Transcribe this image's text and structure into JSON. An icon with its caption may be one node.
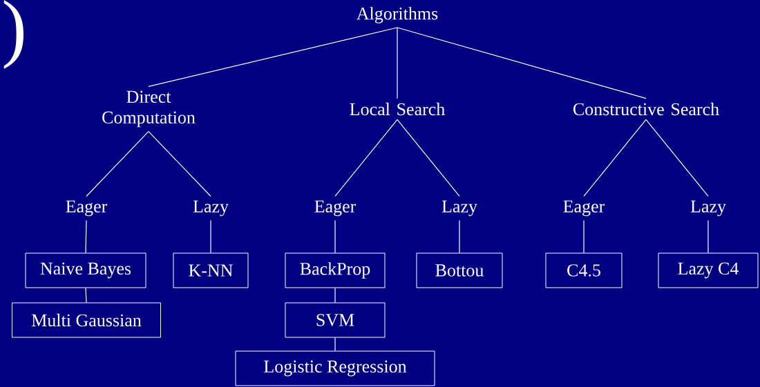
{
  "diagram": {
    "nodes": [
      {
        "text": [
          "Algorithms"
        ]
      },
      {
        "text": [
          "Direct Computation"
        ]
      },
      {
        "text": [
          "Local Search"
        ]
      },
      {
        "text": [
          "Constructive Search"
        ]
      },
      {
        "text": [
          "Eager"
        ]
      },
      {
        "text": [
          "Lazy"
        ]
      },
      {
        "text": [
          "Eager"
        ]
      },
      {
        "text": [
          "Lazy"
        ]
      },
      {
        "text": [
          "Eager"
        ]
      },
      {
        "text": [
          "Lazy"
        ]
      },
      {
        "text": [
          "Naive Bayes"
        ]
      },
      {
        "text": [
          "K-NN"
        ]
      },
      {
        "text": [
          "BackProp"
        ]
      },
      {
        "text": [
          "Bottou"
        ]
      },
      {
        "text": [
          "C4.5"
        ]
      },
      {
        "text": [
          "Lazy C4"
        ]
      },
      {
        "text": [
          "Multi Gaussian"
        ]
      },
      {
        "text": [
          "SVM"
        ]
      },
      {
        "text": [
          "Logistic Regression"
        ]
      }
    ],
    "edges": [
      {
        "from": 0,
        "to": 1,
        "arrow": "none"
      },
      {
        "from": 0,
        "to": 2,
        "arrow": "none"
      },
      {
        "from": 0,
        "to": 3,
        "arrow": "none"
      },
      {
        "from": 1,
        "to": 4,
        "arrow": "none"
      },
      {
        "from": 1,
        "to": 5,
        "arrow": "none"
      },
      {
        "from": 2,
        "to": 6,
        "arrow": "none"
      },
      {
        "from": 2,
        "to": 7,
        "arrow": "none"
      },
      {
        "from": 3,
        "to": 8,
        "arrow": "none"
      },
      {
        "from": 3,
        "to": 9,
        "arrow": "none"
      },
      {
        "from": 4,
        "to": 10,
        "arrow": "none"
      },
      {
        "from": 5,
        "to": 11,
        "arrow": "none"
      },
      {
        "from": 6,
        "to": 12,
        "arrow": "none"
      },
      {
        "from": 7,
        "to": 13,
        "arrow": "none"
      },
      {
        "from": 8,
        "to": 14,
        "arrow": "none"
      },
      {
        "from": 9,
        "to": 15,
        "arrow": "none"
      },
      {
        "from": 10,
        "to": 16,
        "arrow": "none"
      },
      {
        "from": 12,
        "to": 17,
        "arrow": "none"
      },
      {
        "from": 17,
        "to": 18,
        "arrow": "none"
      }
    ],
    "labels": [
      ")"
    ]
  }
}
